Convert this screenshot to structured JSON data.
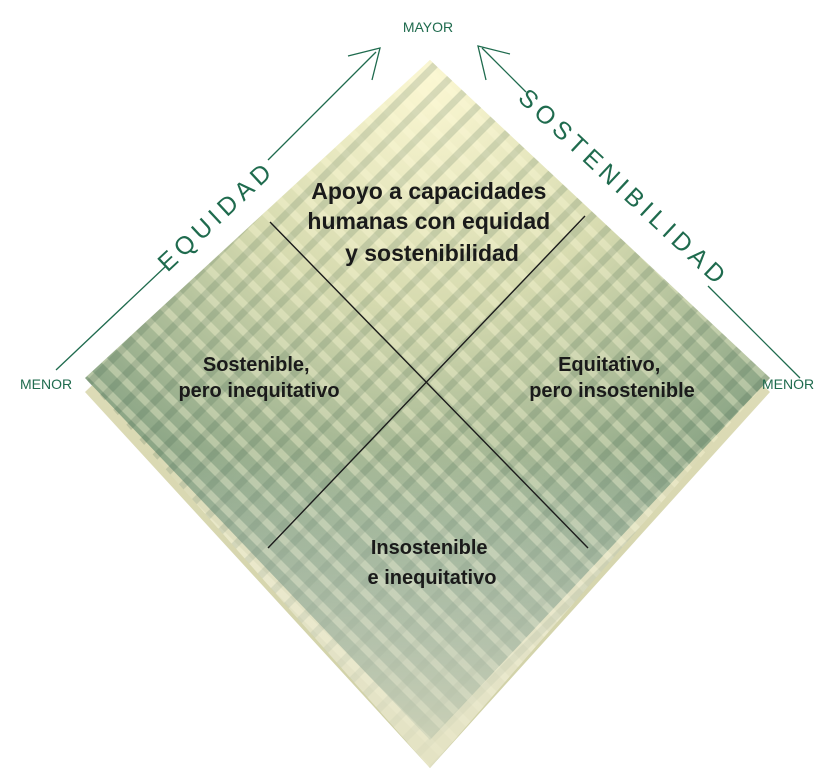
{
  "diagram": {
    "axis_top_label": "MAYOR",
    "axis_left_label": "MENOR",
    "axis_right_label": "MENOR",
    "axis_left_title": "EQUIDAD",
    "axis_right_title": "SOSTENIBILIDAD",
    "quadrants": {
      "top": [
        "Apoyo a capacidades",
        "humanas con equidad",
        "y sostenibilidad"
      ],
      "left": [
        "Sostenible,",
        "pero inequitativo"
      ],
      "right": [
        "Equitativo,",
        "pero insostenible"
      ],
      "bottom": [
        "Insostenible",
        "e inequitativo"
      ]
    },
    "colors": {
      "accent": "#1f6b4e",
      "top_highlight": "#fbf7d2",
      "edge_green": "#6f8f74",
      "lower_cream": "#ded9b4"
    }
  }
}
